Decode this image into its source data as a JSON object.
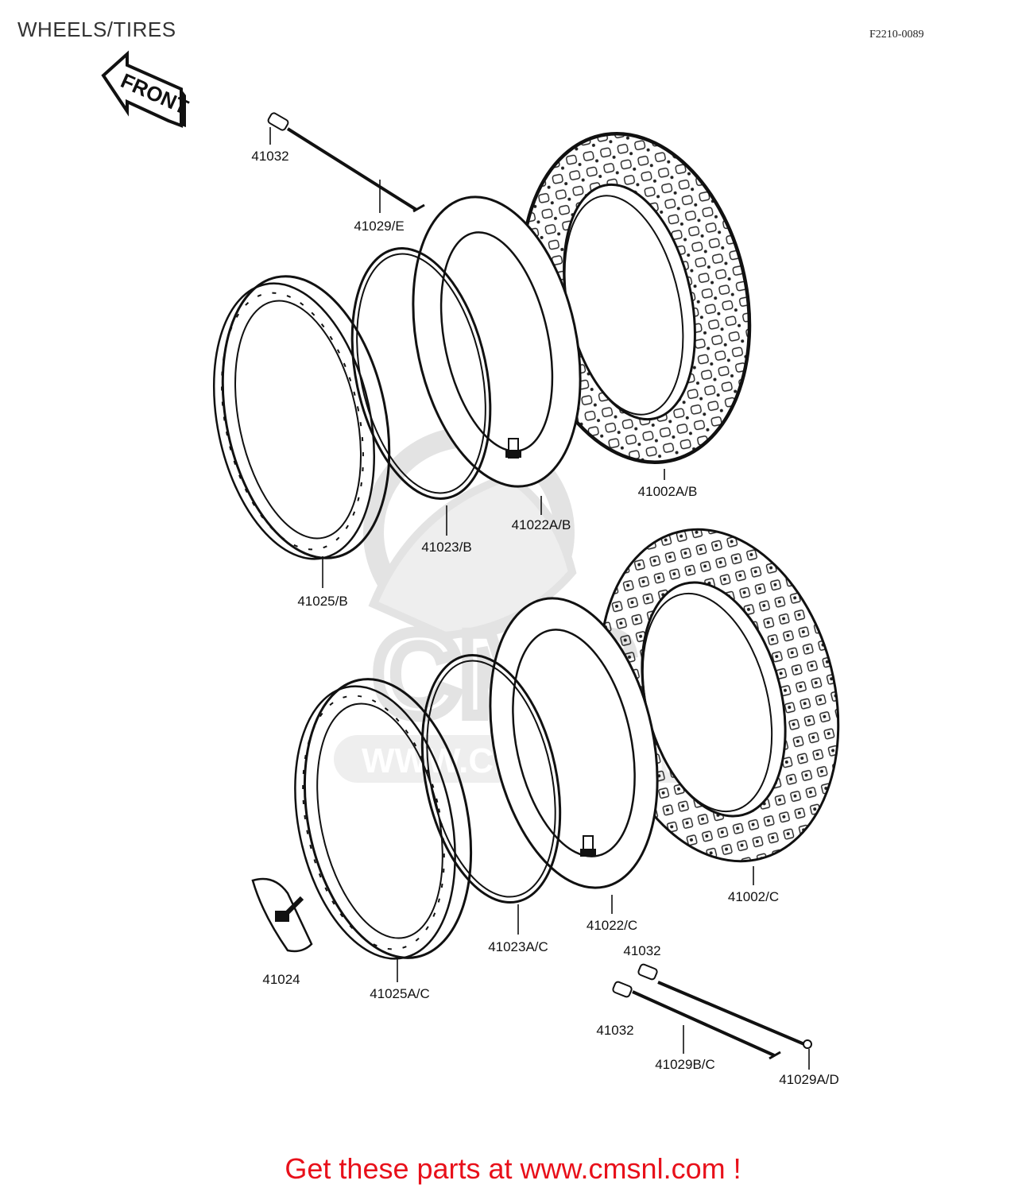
{
  "header": {
    "title": "WHEELS/TIRES",
    "figure_code": "F2210-0089"
  },
  "front_arrow": {
    "label": "FRONT",
    "icon": "front-arrow-icon"
  },
  "watermark": {
    "text": "CMS",
    "url": "WWW.CMSNL.COM",
    "color": "#e3e3e3"
  },
  "parts": {
    "spoke_nipple_top": "41032",
    "spoke_top": "41029/E",
    "rim_band_top": "41023/B",
    "tube_top": "41022A/B",
    "tire_top": "41002A/B",
    "rim_top": "41025/B",
    "rim_band_bottom": "41023A/C",
    "tube_bottom": "41022/C",
    "tire_bottom": "41002/C",
    "rim_lock": "41024",
    "rim_bottom": "41025A/C",
    "spoke_nipple_bottom_a": "41032",
    "spoke_nipple_bottom_b": "41032",
    "spoke_bottom_b": "41029B/C",
    "spoke_bottom_a": "41029A/D"
  },
  "footer": {
    "text": "Get these parts at www.cmsnl.com !",
    "color": "#e8101a"
  }
}
